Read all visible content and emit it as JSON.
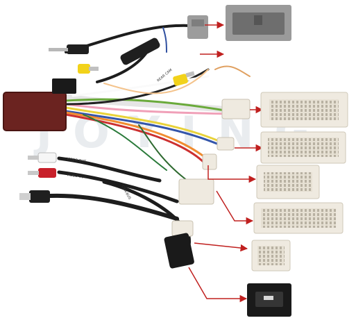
{
  "watermark": {
    "text": "JOYING"
  },
  "cable_labels": [
    "VIDEO OUT",
    "VIDEO OUT",
    "REAR CAM",
    "CAN-BUS"
  ],
  "colors": {
    "arrow": "#c0201f",
    "connector_white": "#efeae0",
    "connector_gray": "#9c9c9c",
    "connector_black": "#1a1a1a",
    "canbus_box": "#6b2320",
    "rca_yellow": "#f2d21a",
    "rca_red": "#c8202a"
  },
  "icons": [
    "arrow-right-icon"
  ]
}
